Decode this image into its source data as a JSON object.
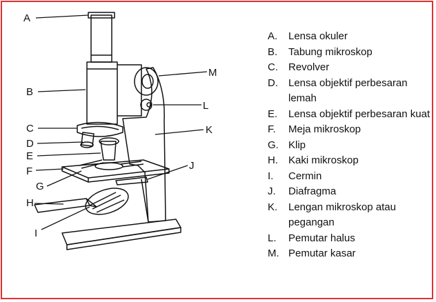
{
  "labels": [
    "A",
    "B",
    "C",
    "D",
    "E",
    "F",
    "G",
    "H",
    "I",
    "J",
    "K",
    "L",
    "M"
  ],
  "legend": [
    {
      "key": "A.",
      "text": "Lensa okuler"
    },
    {
      "key": "B.",
      "text": "Tabung mikroskop"
    },
    {
      "key": "C.",
      "text": "Revolver"
    },
    {
      "key": "D.",
      "text": "Lensa objektif perbesaran lemah"
    },
    {
      "key": "E.",
      "text": "Lensa objektif perbesaran kuat"
    },
    {
      "key": "F.",
      "text": "Meja mikroskop"
    },
    {
      "key": "G.",
      "text": "Klip"
    },
    {
      "key": "H.",
      "text": "Kaki mikroskop"
    },
    {
      "key": "I.",
      "text": "Cermin"
    },
    {
      "key": "J.",
      "text": "Diafragma"
    },
    {
      "key": "K.",
      "text": "Lengan mikroskop atau pegangan"
    },
    {
      "key": "L.",
      "text": "Pemutar halus"
    },
    {
      "key": "M.",
      "text": "Pemutar kasar"
    }
  ],
  "colors": {
    "frame": "#e03030",
    "ink": "#111111"
  }
}
